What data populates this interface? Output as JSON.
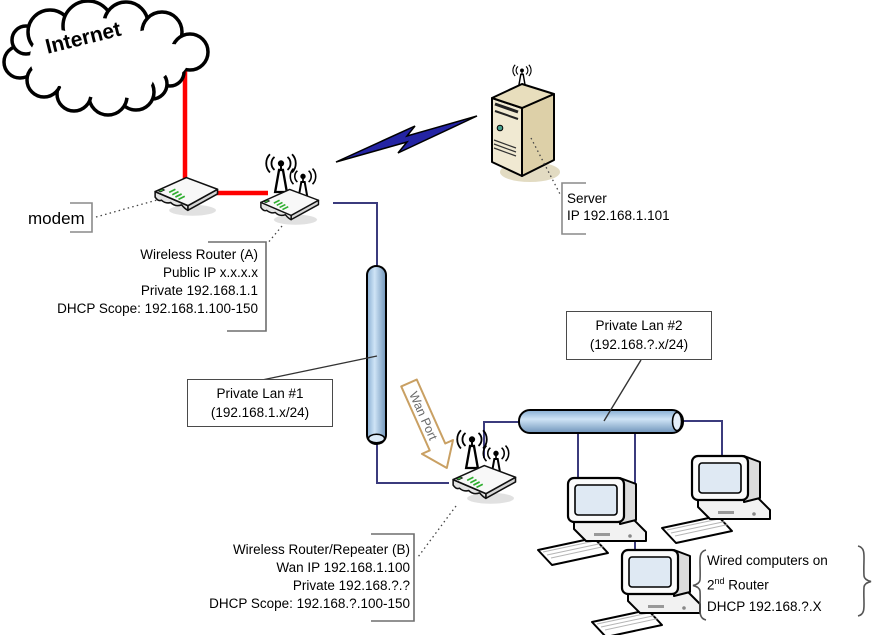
{
  "labels": {
    "internet": "Internet",
    "modem": "modem",
    "router_a": {
      "lines": [
        "Wireless Router (A)",
        "Public IP x.x.x.x",
        "Private 192.168.1.1",
        "DHCP Scope: 192.168.1.100-150"
      ]
    },
    "server": {
      "lines": [
        "Server",
        "IP 192.168.1.101"
      ]
    },
    "lan1": {
      "lines": [
        "Private Lan #1",
        "(192.168.1.x/24)"
      ]
    },
    "lan2": {
      "lines": [
        "Private Lan #2",
        "(192.168.?.x/24)"
      ]
    },
    "wan_port": "Wan Port",
    "router_b": {
      "lines": [
        "Wireless Router/Repeater (B)",
        "Wan IP 192.168.1.100",
        "Private 192.168.?.?",
        "DHCP Scope: 192.168.?.100-150"
      ]
    },
    "wired_group": {
      "line1": "Wired computers on",
      "line2_base": "2",
      "line2_sup": "nd",
      "line2_rest": " Router",
      "line3": "DHCP 192.168.?.X"
    }
  },
  "colors": {
    "wan_link_red": "#ff0000",
    "lan_link_navy": "#3b3b7d",
    "pipe_blue": "#9dc3e6",
    "lightning_navy": "#2424a4",
    "wan_arrow_tan": "#c9a063"
  }
}
